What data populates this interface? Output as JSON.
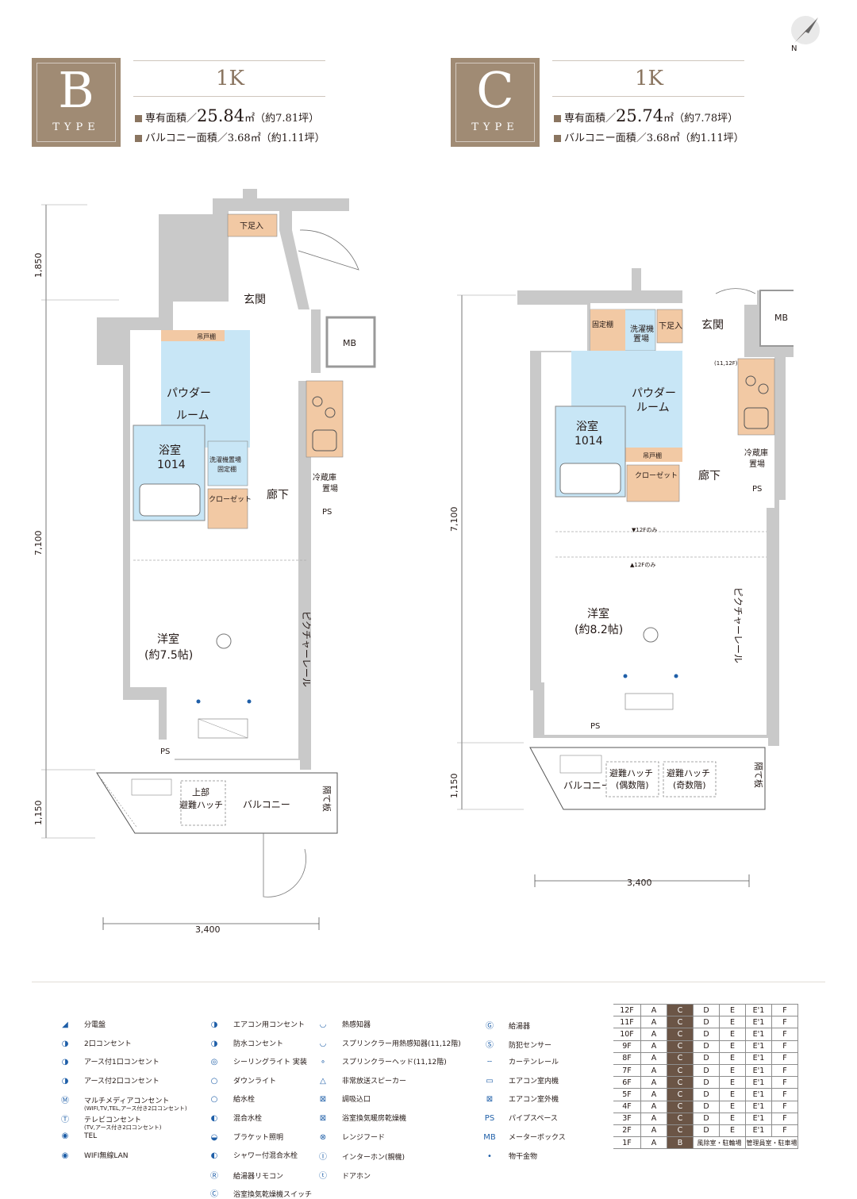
{
  "compass": {
    "label": "N"
  },
  "type_b": {
    "letter": "B",
    "sub": "TYPE",
    "plan": "1K",
    "area_label": "専有面積／",
    "area_value": "25.84",
    "area_unit": "㎡（約7.81坪）",
    "balcony_label": "バルコニー面積／",
    "balcony_value": "3.68㎡（約1.11坪）",
    "dims": {
      "top": "1,850",
      "middle": "7,100",
      "bottom": "1,150",
      "width": "3,400"
    },
    "rooms": {
      "shoe": "下足入",
      "entrance": "玄関",
      "mb": "MB",
      "shelf": "吊戸棚",
      "powder1": "パウダー",
      "powder2": "ルーム",
      "bath1": "浴室",
      "bath2": "1014",
      "washer1": "洗濯機置場",
      "washer2": "固定棚",
      "closet": "クローゼット",
      "corridor": "廊下",
      "fridge1": "冷蔵庫",
      "fridge2": "置場",
      "ps": "PS",
      "western1": "洋室",
      "western2": "(約7.5帖)",
      "rail": "ピクチャーレール",
      "ps2": "PS",
      "hatch1": "上部",
      "hatch2": "避難ハッチ",
      "balcony": "バルコニー",
      "partition": "隔て板"
    }
  },
  "type_c": {
    "letter": "C",
    "sub": "TYPE",
    "plan": "1K",
    "area_label": "専有面積／",
    "area_value": "25.74",
    "area_unit": "㎡（約7.78坪）",
    "balcony_label": "バルコニー面積／",
    "balcony_value": "3.68㎡（約1.11坪）",
    "dims": {
      "middle": "7,100",
      "bottom": "1,150",
      "width": "3,400"
    },
    "rooms": {
      "fixed_shelf": "固定棚",
      "washer1": "洗濯機",
      "washer2": "置場",
      "shoe": "下足入",
      "entrance": "玄関",
      "mb": "MB",
      "powder1": "パウダー",
      "powder2": "ルーム",
      "bath1": "浴室",
      "bath2": "1014",
      "shelf": "吊戸棚",
      "closet": "クローゼット",
      "corridor": "廊下",
      "fridge1": "冷蔵庫",
      "fridge2": "置場",
      "ps": "PS",
      "only12_down": "▼12Fのみ",
      "only12_up": "▲12Fのみ",
      "western1": "洋室",
      "western2": "(約8.2帖)",
      "rail": "ピクチャーレール",
      "ps2": "PS",
      "balcony": "バルコニー",
      "hatch_even1": "避難ハッチ",
      "hatch_even2": "(偶数階)",
      "hatch_odd1": "避難ハッチ",
      "hatch_odd2": "(奇数階)",
      "partition": "隔て板",
      "floor_note": "(11,12F)"
    }
  },
  "legend": [
    {
      "icon": "distribution-board",
      "glyph": "◢",
      "label": "分電盤"
    },
    {
      "icon": "outlet-2",
      "glyph": "◑",
      "label": "2口コンセント"
    },
    {
      "icon": "outlet-earth-1",
      "glyph": "◑",
      "label": "アース付1口コンセント"
    },
    {
      "icon": "outlet-earth-2",
      "glyph": "◑",
      "label": "アース付2口コンセント"
    },
    {
      "icon": "multimedia-outlet",
      "glyph": "Ⓜ",
      "label": "マルチメディアコンセント",
      "sub": "(WIFI,TV,TEL,アース付き2口コンセント)"
    },
    {
      "icon": "tv-outlet",
      "glyph": "Ⓣ",
      "label": "テレビコンセント",
      "sub": "(TV,アース付き2口コンセント)"
    },
    {
      "icon": "tel",
      "glyph": "◉",
      "label": "TEL"
    },
    {
      "icon": "wifi-lan",
      "glyph": "◉",
      "label": "WIFI無線LAN"
    },
    {
      "icon": "aircon-outlet",
      "glyph": "◑",
      "label": "エアコン用コンセント"
    },
    {
      "icon": "waterproof-outlet",
      "glyph": "◑",
      "label": "防水コンセント"
    },
    {
      "icon": "ceiling-light",
      "glyph": "◎",
      "label": "シーリングライト 実装"
    },
    {
      "icon": "downlight",
      "glyph": "○",
      "label": "ダウンライト"
    },
    {
      "icon": "water-tap",
      "glyph": "○",
      "label": "給水栓"
    },
    {
      "icon": "mixer-tap",
      "glyph": "◐",
      "label": "混合水栓"
    },
    {
      "icon": "bracket-light",
      "glyph": "◒",
      "label": "ブラケット照明"
    },
    {
      "icon": "shower-tap",
      "glyph": "◐",
      "label": "シャワー付混合水栓"
    },
    {
      "icon": "water-heater-remote",
      "glyph": "Ⓡ",
      "label": "給湯器リモコン"
    },
    {
      "icon": "bath-dryer-switch",
      "glyph": "Ⓒ",
      "label": "浴室換気乾燥機スイッチ"
    },
    {
      "icon": "heat-detector",
      "glyph": "◡",
      "label": "熱感知器"
    },
    {
      "icon": "sprinkler-heat-detector",
      "glyph": "◡",
      "label": "スプリンクラー用熱感知器(11,12階)"
    },
    {
      "icon": "sprinkler-head",
      "glyph": "∘",
      "label": "スプリンクラーヘッド(11,12階)"
    },
    {
      "icon": "emergency-speaker",
      "glyph": "△",
      "label": "非常放送スピーカー"
    },
    {
      "icon": "air-inlet",
      "glyph": "⊠",
      "label": "調吸込口"
    },
    {
      "icon": "bath-dryer",
      "glyph": "⊠",
      "label": "浴室換気暖房乾燥機"
    },
    {
      "icon": "range-hood",
      "glyph": "⊗",
      "label": "レンジフード"
    },
    {
      "icon": "intercom",
      "glyph": "Ⓘ",
      "label": "インターホン(親機)"
    },
    {
      "icon": "door-phone",
      "glyph": "ⓣ",
      "label": "ドアホン"
    },
    {
      "icon": "water-heater",
      "glyph": "Ⓖ",
      "label": "給湯器"
    },
    {
      "icon": "security-sensor",
      "glyph": "Ⓢ",
      "label": "防犯センサー"
    },
    {
      "icon": "curtain-rail",
      "glyph": "┄",
      "label": "カーテンレール"
    },
    {
      "icon": "aircon-indoor",
      "glyph": "▭",
      "label": "エアコン室内機"
    },
    {
      "icon": "aircon-outdoor",
      "glyph": "⊠",
      "label": "エアコン室外機"
    },
    {
      "icon": "pipe-space",
      "glyph": "PS",
      "label": "パイプスペース"
    },
    {
      "icon": "meter-box",
      "glyph": "MB",
      "label": "メーターボックス"
    },
    {
      "icon": "drying-hardware",
      "glyph": "•",
      "label": "物干金物"
    }
  ],
  "floor_table": [
    [
      "12F",
      "A",
      "C",
      "D",
      "E",
      "E'1",
      "F"
    ],
    [
      "11F",
      "A",
      "C",
      "D",
      "E",
      "E'1",
      "F"
    ],
    [
      "10F",
      "A",
      "C",
      "D",
      "E",
      "E'1",
      "F"
    ],
    [
      "9F",
      "A",
      "C",
      "D",
      "E",
      "E'1",
      "F"
    ],
    [
      "8F",
      "A",
      "C",
      "D",
      "E",
      "E'1",
      "F"
    ],
    [
      "7F",
      "A",
      "C",
      "D",
      "E",
      "E'1",
      "F"
    ],
    [
      "6F",
      "A",
      "C",
      "D",
      "E",
      "E'1",
      "F"
    ],
    [
      "5F",
      "A",
      "C",
      "D",
      "E",
      "E'1",
      "F"
    ],
    [
      "4F",
      "A",
      "C",
      "D",
      "E",
      "E'1",
      "F"
    ],
    [
      "3F",
      "A",
      "C",
      "D",
      "E",
      "E'1",
      "F"
    ],
    [
      "2F",
      "A",
      "C",
      "D",
      "E",
      "E'1",
      "F"
    ],
    [
      "1F",
      "A",
      "B",
      "風除室・駐輪場",
      "管理員室・駐車場"
    ]
  ]
}
